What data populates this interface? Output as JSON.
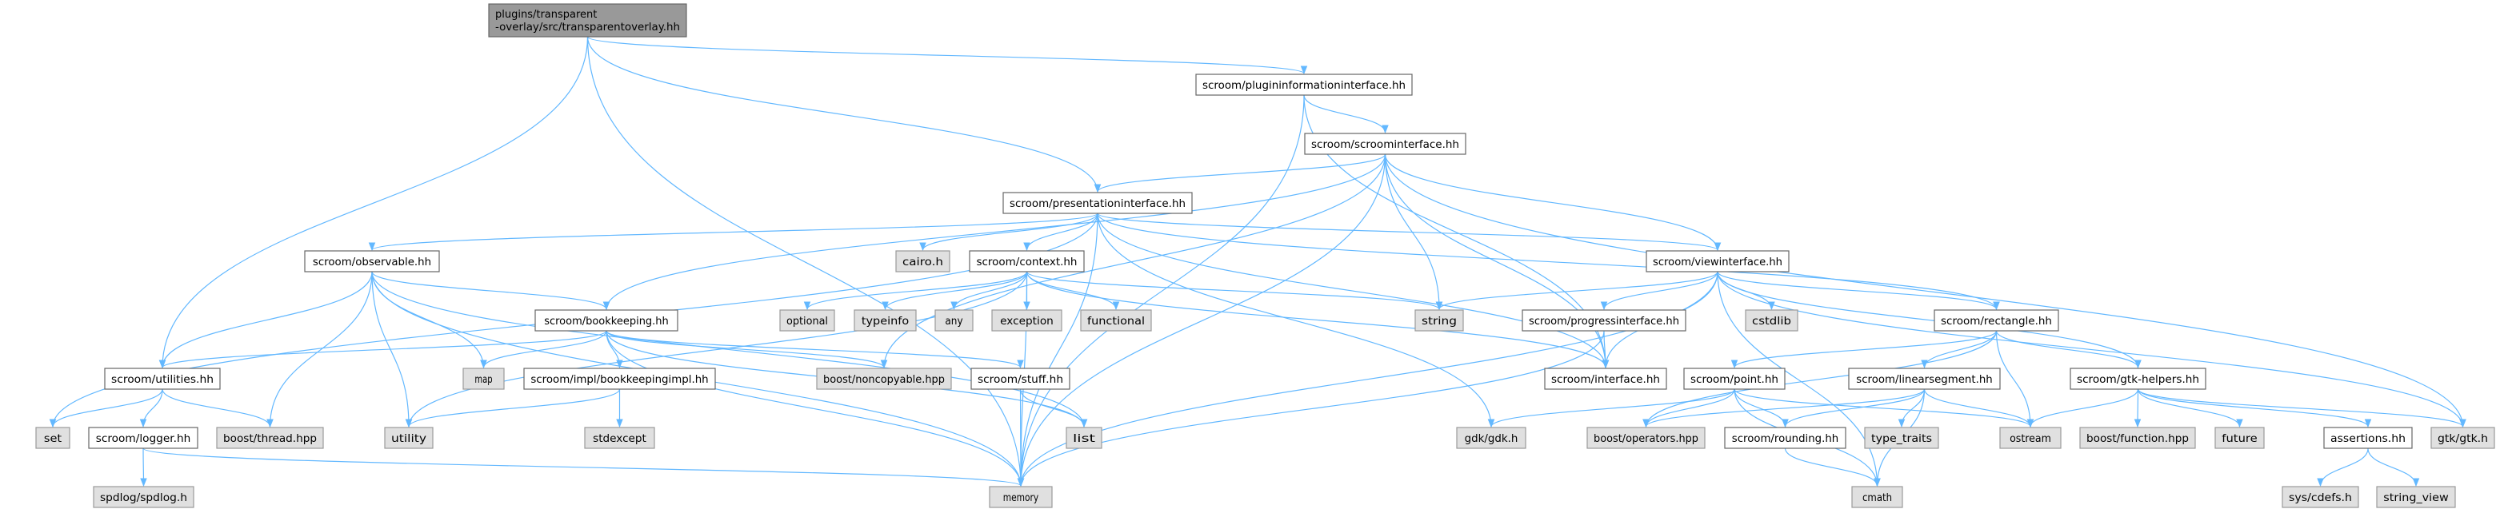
{
  "nodes": {
    "root": {
      "label": [
        "plugins/transparent",
        "-overlay/src/transparentoverlay.hh"
      ],
      "kind": "root"
    },
    "plugininfo": {
      "label": [
        "scroom/plugininformationinterface.hh"
      ],
      "kind": "proj"
    },
    "scroominterface": {
      "label": [
        "scroom/scroominterface.hh"
      ],
      "kind": "proj"
    },
    "presentationinterface": {
      "label": [
        "scroom/presentationinterface.hh"
      ],
      "kind": "proj"
    },
    "observable": {
      "label": [
        "scroom/observable.hh"
      ],
      "kind": "proj"
    },
    "cairo": {
      "label": [
        "cairo.h"
      ],
      "kind": "sys"
    },
    "context": {
      "label": [
        "scroom/context.hh"
      ],
      "kind": "proj"
    },
    "viewinterface": {
      "label": [
        "scroom/viewinterface.hh"
      ],
      "kind": "proj"
    },
    "bookkeeping": {
      "label": [
        "scroom/bookkeeping.hh"
      ],
      "kind": "proj"
    },
    "optional": {
      "label": [
        "optional"
      ],
      "kind": "sys"
    },
    "typeinfo": {
      "label": [
        "typeinfo"
      ],
      "kind": "sys"
    },
    "any": {
      "label": [
        "any"
      ],
      "kind": "sys"
    },
    "exception": {
      "label": [
        "exception"
      ],
      "kind": "sys"
    },
    "functional": {
      "label": [
        "functional"
      ],
      "kind": "sys"
    },
    "string": {
      "label": [
        "string"
      ],
      "kind": "sys"
    },
    "progressinterface": {
      "label": [
        "scroom/progressinterface.hh"
      ],
      "kind": "proj"
    },
    "cstdlib": {
      "label": [
        "cstdlib"
      ],
      "kind": "sys"
    },
    "rectangle": {
      "label": [
        "scroom/rectangle.hh"
      ],
      "kind": "proj"
    },
    "utilities": {
      "label": [
        "scroom/utilities.hh"
      ],
      "kind": "proj"
    },
    "map": {
      "label": [
        "map"
      ],
      "kind": "sys"
    },
    "bookkeepingimpl": {
      "label": [
        "scroom/impl/bookkeepingimpl.hh"
      ],
      "kind": "proj"
    },
    "noncopyable": {
      "label": [
        "boost/noncopyable.hpp"
      ],
      "kind": "sys"
    },
    "stuff": {
      "label": [
        "scroom/stuff.hh"
      ],
      "kind": "proj"
    },
    "interface": {
      "label": [
        "scroom/interface.hh"
      ],
      "kind": "proj"
    },
    "point": {
      "label": [
        "scroom/point.hh"
      ],
      "kind": "proj"
    },
    "linearsegment": {
      "label": [
        "scroom/linearsegment.hh"
      ],
      "kind": "proj"
    },
    "gtkhelpers": {
      "label": [
        "scroom/gtk-helpers.hh"
      ],
      "kind": "proj"
    },
    "set": {
      "label": [
        "set"
      ],
      "kind": "sys"
    },
    "logger": {
      "label": [
        "scroom/logger.hh"
      ],
      "kind": "proj"
    },
    "thread": {
      "label": [
        "boost/thread.hpp"
      ],
      "kind": "sys"
    },
    "utility": {
      "label": [
        "utility"
      ],
      "kind": "sys"
    },
    "stdexcept": {
      "label": [
        "stdexcept"
      ],
      "kind": "sys"
    },
    "list": {
      "label": [
        "list"
      ],
      "kind": "sys"
    },
    "gdk": {
      "label": [
        "gdk/gdk.h"
      ],
      "kind": "sys"
    },
    "operators": {
      "label": [
        "boost/operators.hpp"
      ],
      "kind": "sys"
    },
    "rounding": {
      "label": [
        "scroom/rounding.hh"
      ],
      "kind": "proj"
    },
    "typetraits": {
      "label": [
        "type_traits"
      ],
      "kind": "sys"
    },
    "ostream": {
      "label": [
        "ostream"
      ],
      "kind": "sys"
    },
    "function": {
      "label": [
        "boost/function.hpp"
      ],
      "kind": "sys"
    },
    "future": {
      "label": [
        "future"
      ],
      "kind": "sys"
    },
    "assertions": {
      "label": [
        "assertions.hh"
      ],
      "kind": "proj"
    },
    "gtk": {
      "label": [
        "gtk/gtk.h"
      ],
      "kind": "sys"
    },
    "spdlog": {
      "label": [
        "spdlog/spdlog.h"
      ],
      "kind": "sys"
    },
    "memory": {
      "label": [
        "memory"
      ],
      "kind": "sys"
    },
    "cmath": {
      "label": [
        "cmath"
      ],
      "kind": "sys"
    },
    "syscdefs": {
      "label": [
        "sys/cdefs.h"
      ],
      "kind": "sys"
    },
    "stringview": {
      "label": [
        "string_view"
      ],
      "kind": "sys"
    }
  },
  "edges": [
    [
      "root",
      "utilities"
    ],
    [
      "root",
      "memory"
    ],
    [
      "root",
      "presentationinterface"
    ],
    [
      "root",
      "plugininfo"
    ],
    [
      "plugininfo",
      "memory"
    ],
    [
      "plugininfo",
      "scroominterface"
    ],
    [
      "plugininfo",
      "interface"
    ],
    [
      "scroominterface",
      "presentationinterface"
    ],
    [
      "scroominterface",
      "bookkeeping"
    ],
    [
      "scroominterface",
      "noncopyable"
    ],
    [
      "scroominterface",
      "memory"
    ],
    [
      "scroominterface",
      "string"
    ],
    [
      "scroominterface",
      "viewinterface"
    ],
    [
      "scroominterface",
      "interface"
    ],
    [
      "scroominterface",
      "gtk"
    ],
    [
      "presentationinterface",
      "observable"
    ],
    [
      "presentationinterface",
      "set"
    ],
    [
      "presentationinterface",
      "cairo"
    ],
    [
      "presentationinterface",
      "context"
    ],
    [
      "presentationinterface",
      "memory"
    ],
    [
      "presentationinterface",
      "gdk"
    ],
    [
      "presentationinterface",
      "interface"
    ],
    [
      "presentationinterface",
      "viewinterface"
    ],
    [
      "presentationinterface",
      "rectangle"
    ],
    [
      "observable",
      "utilities"
    ],
    [
      "observable",
      "thread"
    ],
    [
      "observable",
      "memory"
    ],
    [
      "observable",
      "utility"
    ],
    [
      "observable",
      "map"
    ],
    [
      "observable",
      "bookkeeping"
    ],
    [
      "observable",
      "list"
    ],
    [
      "context",
      "optional"
    ],
    [
      "context",
      "typeinfo"
    ],
    [
      "context",
      "any"
    ],
    [
      "context",
      "exception"
    ],
    [
      "context",
      "functional"
    ],
    [
      "context",
      "string"
    ],
    [
      "context",
      "interface"
    ],
    [
      "context",
      "utility"
    ],
    [
      "context",
      "memory"
    ],
    [
      "bookkeeping",
      "utilities"
    ],
    [
      "bookkeeping",
      "map"
    ],
    [
      "bookkeeping",
      "bookkeepingimpl"
    ],
    [
      "bookkeeping",
      "noncopyable"
    ],
    [
      "bookkeeping",
      "stuff"
    ],
    [
      "bookkeeping",
      "list"
    ],
    [
      "bookkeeping",
      "memory"
    ],
    [
      "bookkeepingimpl",
      "utility"
    ],
    [
      "bookkeepingimpl",
      "stdexcept"
    ],
    [
      "utilities",
      "set"
    ],
    [
      "utilities",
      "logger"
    ],
    [
      "utilities",
      "thread"
    ],
    [
      "logger",
      "spdlog"
    ],
    [
      "logger",
      "memory"
    ],
    [
      "stuff",
      "list"
    ],
    [
      "stuff",
      "memory"
    ],
    [
      "viewinterface",
      "string"
    ],
    [
      "viewinterface",
      "progressinterface"
    ],
    [
      "viewinterface",
      "interface"
    ],
    [
      "viewinterface",
      "memory"
    ],
    [
      "viewinterface",
      "cstdlib"
    ],
    [
      "viewinterface",
      "rectangle"
    ],
    [
      "viewinterface",
      "gtkhelpers"
    ],
    [
      "viewinterface",
      "gtk"
    ],
    [
      "viewinterface",
      "cmath"
    ],
    [
      "progressinterface",
      "interface"
    ],
    [
      "progressinterface",
      "memory"
    ],
    [
      "rectangle",
      "point"
    ],
    [
      "rectangle",
      "linearsegment"
    ],
    [
      "rectangle",
      "gtkhelpers"
    ],
    [
      "rectangle",
      "ostream"
    ],
    [
      "rectangle",
      "operators"
    ],
    [
      "point",
      "operators"
    ],
    [
      "point",
      "rounding"
    ],
    [
      "point",
      "ostream"
    ],
    [
      "point",
      "cmath"
    ],
    [
      "point",
      "gdk"
    ],
    [
      "linearsegment",
      "operators"
    ],
    [
      "linearsegment",
      "rounding"
    ],
    [
      "linearsegment",
      "typetraits"
    ],
    [
      "linearsegment",
      "ostream"
    ],
    [
      "linearsegment",
      "cmath"
    ],
    [
      "rounding",
      "cmath"
    ],
    [
      "gtkhelpers",
      "ostream"
    ],
    [
      "gtkhelpers",
      "function"
    ],
    [
      "gtkhelpers",
      "future"
    ],
    [
      "gtkhelpers",
      "assertions"
    ],
    [
      "gtkhelpers",
      "gtk"
    ],
    [
      "assertions",
      "syscdefs"
    ],
    [
      "assertions",
      "stringview"
    ]
  ],
  "colors": {
    "edge": "#63b8ff",
    "root_fill": "#999999",
    "system_fill": "#e0e0e0",
    "project_fill": "#ffffff"
  }
}
